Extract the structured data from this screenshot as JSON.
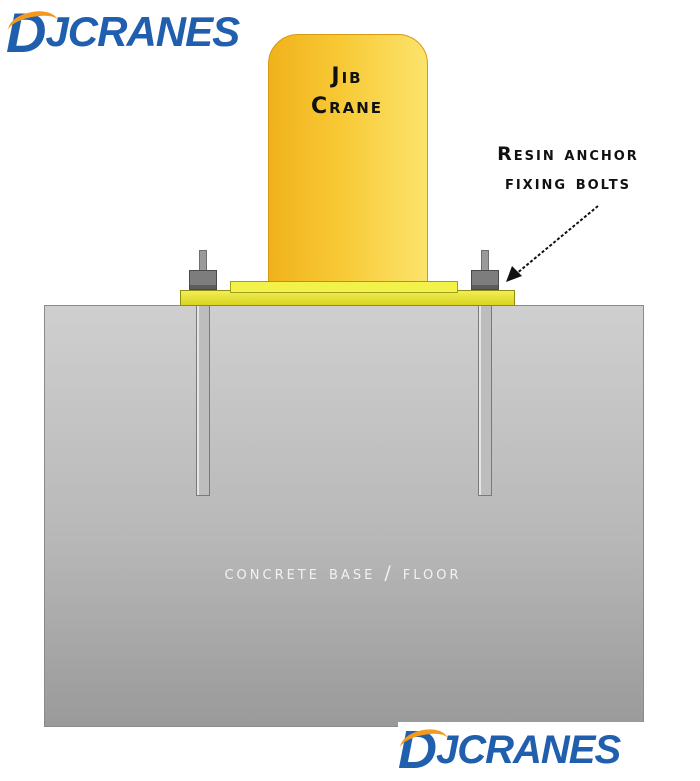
{
  "logo": {
    "top": {
      "first": "D",
      "rest": "JCRANES"
    },
    "bottom": {
      "first": "D",
      "rest": "JCRANES"
    }
  },
  "labels": {
    "crane_line1": "Jib",
    "crane_line2": "Crane",
    "resin_line1": "Resin anchor",
    "resin_line2": "fixing bolts",
    "concrete": "concrete base / floor"
  },
  "colors": {
    "logo_blue": "#1f5fae",
    "logo_orange": "#f39a1e",
    "column_yellow": "#f8c935",
    "plate_yellow": "#f0ef55"
  }
}
